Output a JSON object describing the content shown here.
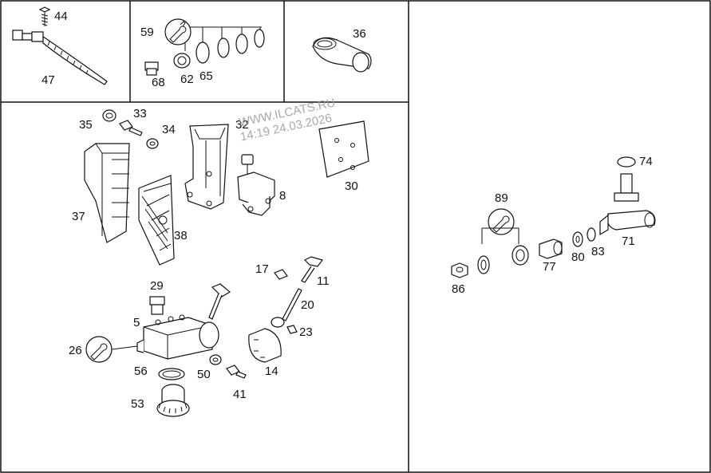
{
  "watermark": {
    "line1": "WWW.ILCATS.RU",
    "line2": "14:19 24.03.2026"
  },
  "labels": {
    "p44": "44",
    "p47": "47",
    "p59": "59",
    "p68": "68",
    "p62": "62",
    "p65": "65",
    "p36": "36",
    "p35": "35",
    "p33": "33",
    "p34": "34",
    "p32": "32",
    "p30": "30",
    "p37": "37",
    "p38": "38",
    "p8": "8",
    "p17": "17",
    "p11": "11",
    "p29": "29",
    "p5": "5",
    "p20": "20",
    "p23": "23",
    "p26": "26",
    "p56": "56",
    "p50": "50",
    "p14": "14",
    "p41": "41",
    "p53": "53",
    "p74": "74",
    "p89": "89",
    "p71": "71",
    "p77": "77",
    "p80": "80",
    "p83": "83",
    "p86": "86"
  },
  "icons": {
    "tool": "wrench-icon"
  }
}
